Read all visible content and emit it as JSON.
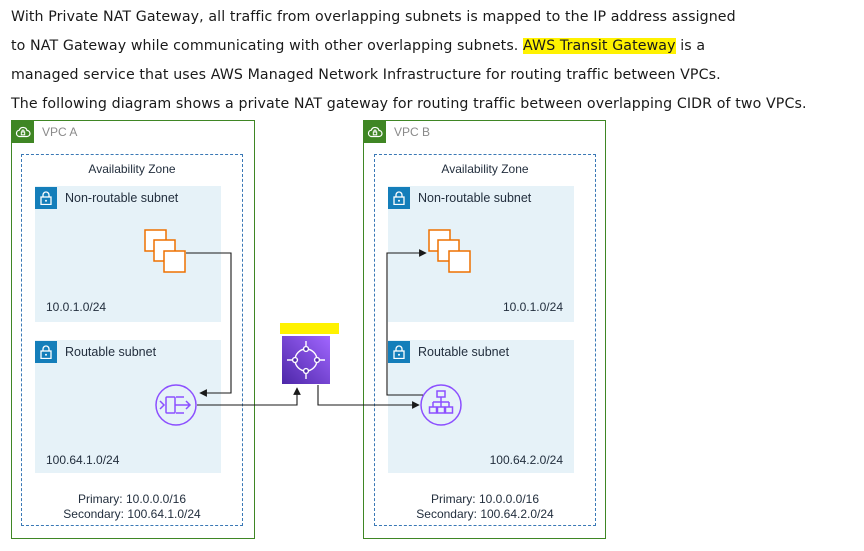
{
  "paragraph": {
    "line1": "With Private NAT Gateway, all traffic from overlapping subnets is mapped to the IP address assigned",
    "line2_before": "to NAT Gateway while communicating with other overlapping subnets. ",
    "line2_highlight": "AWS Transit Gateway",
    "line2_after": " is a",
    "line3": "managed service that uses AWS Managed Network Infrastructure for routing traffic between VPCs.",
    "line4": "The following diagram shows a private NAT gateway for routing traffic between overlapping CIDR of two VPCs."
  },
  "diagram": {
    "vpc_a": {
      "label": "VPC A",
      "az_label": "Availability Zone",
      "non_routable": {
        "label": "Non-routable subnet",
        "cidr": "10.0.1.0/24"
      },
      "routable": {
        "label": "Routable subnet",
        "cidr": "100.64.1.0/24"
      },
      "primary": "Primary: 10.0.0.0/16",
      "secondary": "Secondary: 100.64.1.0/24"
    },
    "vpc_b": {
      "label": "VPC B",
      "az_label": "Availability Zone",
      "non_routable": {
        "label": "Non-routable subnet",
        "cidr": "10.0.1.0/24"
      },
      "routable": {
        "label": "Routable subnet",
        "cidr": "100.64.2.0/24"
      },
      "primary": "Primary: 10.0.0.0/16",
      "secondary": "Secondary: 100.64.2.0/24"
    },
    "icons": {
      "vpc": "vpc-cloud-icon",
      "subnet": "padlock-icon",
      "instances": "ec2-instances-icon",
      "nat_gateway": "nat-gateway-icon",
      "load_balancer": "load-balancer-icon",
      "transit_gateway": "transit-gateway-icon"
    },
    "colors": {
      "vpc_border": "#3f8624",
      "az_border": "#3a78b5",
      "subnet_fill": "#e6f2f8",
      "subnet_icon": "#147eba",
      "ec2": "#ed7100",
      "networking": "#8c4fff",
      "highlight": "#fff200"
    }
  }
}
